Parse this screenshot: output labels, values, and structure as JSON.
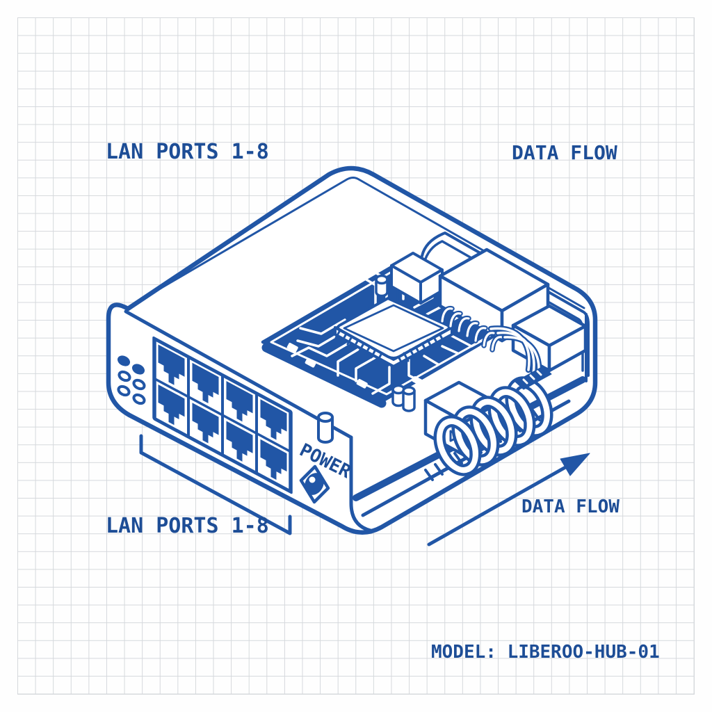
{
  "colors": {
    "ink": "#2156a6",
    "text-ink": "#1d4d96",
    "grid-line": "#d5d8dc",
    "paper": "#fefefe"
  },
  "labels": {
    "lan_ports_top": "LAN PORTS 1-8",
    "data_flow_top": "DATA FLOW",
    "lan_ports_bottom": "LAN PORTS 1-8",
    "data_flow_bottom": "DATA FLOW",
    "power": "POWER",
    "model": "MODEL: LIBEROO-HUB-01"
  },
  "device": {
    "lan_port_count": 8,
    "lan_port_rows": 2,
    "led_count": 6
  }
}
